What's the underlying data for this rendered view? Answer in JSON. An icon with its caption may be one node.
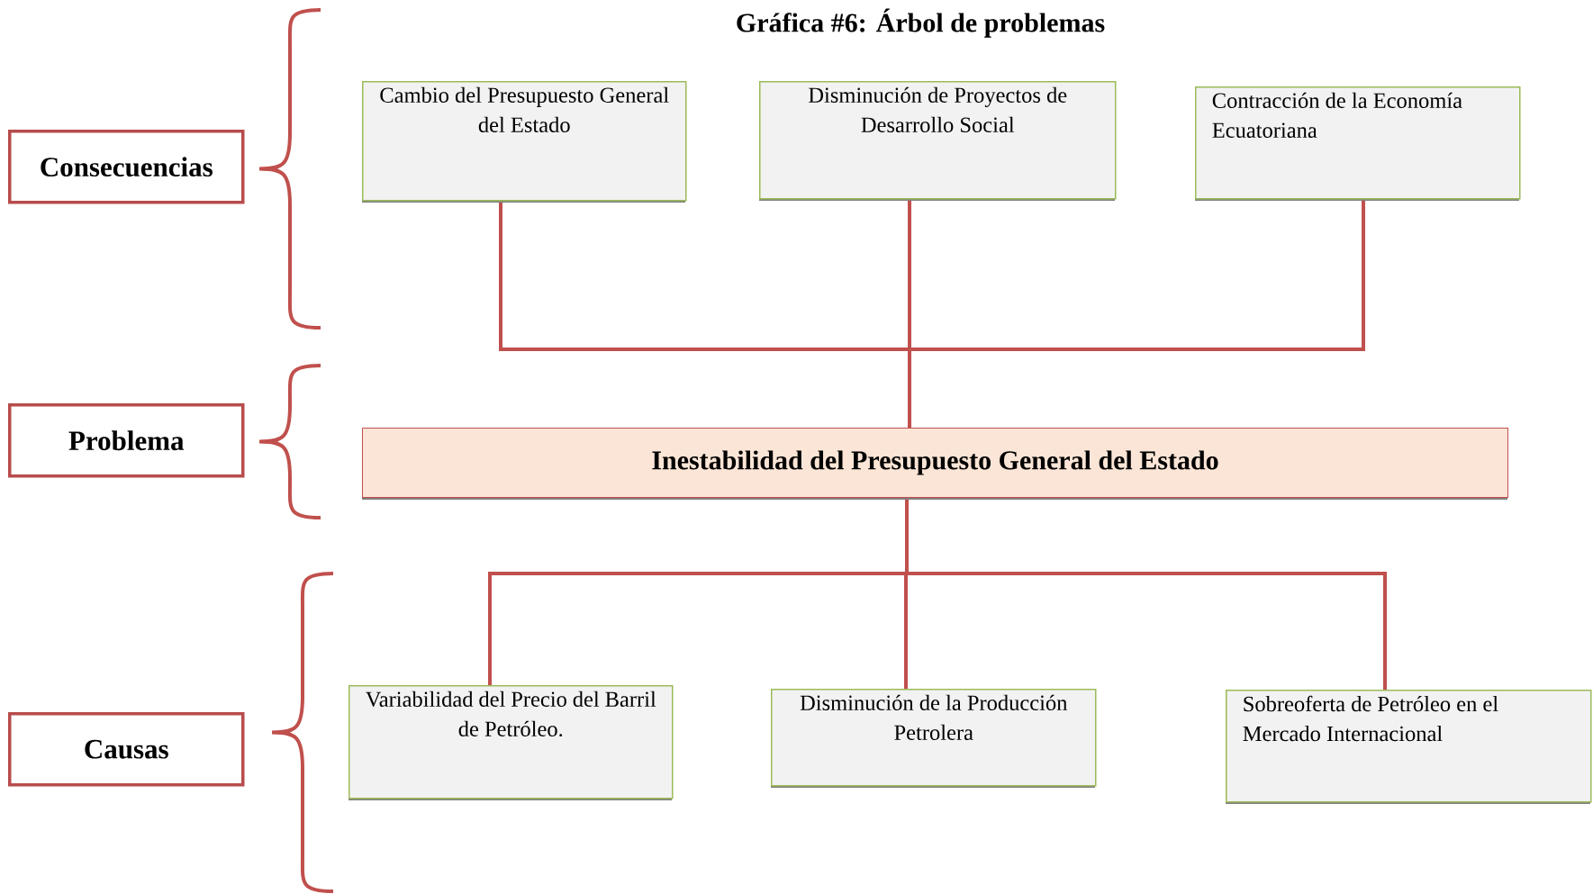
{
  "diagram": {
    "title": "Gráfica #6: Árbol de problemas",
    "nodes": [
      {
        "text": [
          "Consecuencias"
        ]
      },
      {
        "text": [
          "Problema"
        ]
      },
      {
        "text": [
          "Causas"
        ]
      },
      {
        "text": [
          "Cambio del Presupuesto General del Estado"
        ]
      },
      {
        "text": [
          "Disminución de Proyectos de Desarrollo Social"
        ]
      },
      {
        "text": [
          "Contracción de la Economía Ecuatoriana"
        ]
      },
      {
        "text": [
          "Inestabilidad del Presupuesto General del Estado"
        ]
      },
      {
        "text": [
          "Variabilidad del Precio del Barril de Petróleo."
        ]
      },
      {
        "text": [
          "Disminución de la Producción Petrolera"
        ]
      },
      {
        "text": [
          "Sobreoferta de Petróleo en el Mercado Internacional"
        ]
      }
    ],
    "edges": [
      {
        "from": 6,
        "to": 3,
        "arrow": "none"
      },
      {
        "from": 6,
        "to": 4,
        "arrow": "none"
      },
      {
        "from": 6,
        "to": 5,
        "arrow": "none"
      },
      {
        "from": 7,
        "to": 6,
        "arrow": "none"
      },
      {
        "from": 8,
        "to": 6,
        "arrow": "none"
      },
      {
        "from": 9,
        "to": 6,
        "arrow": "none"
      }
    ]
  }
}
